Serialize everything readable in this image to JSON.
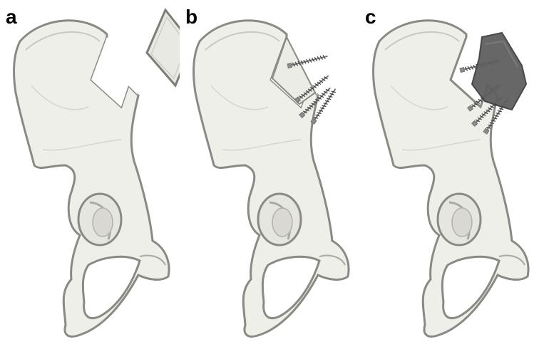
{
  "figure": {
    "panels": [
      {
        "label": "a",
        "stage": "bone-window-cut-and-fragment-removed"
      },
      {
        "label": "b",
        "stage": "fragment-fixed-with-screws"
      },
      {
        "label": "c",
        "stage": "fragment-covered-with-plate-and-screws"
      }
    ]
  },
  "colors": {
    "bone_fill": "#efefea",
    "bone_edge": "#8a8a84",
    "bone_shade": "#c9c9c2",
    "screw": "#6d6d6d",
    "plate": "#5f5f5f",
    "label": "#000000"
  }
}
